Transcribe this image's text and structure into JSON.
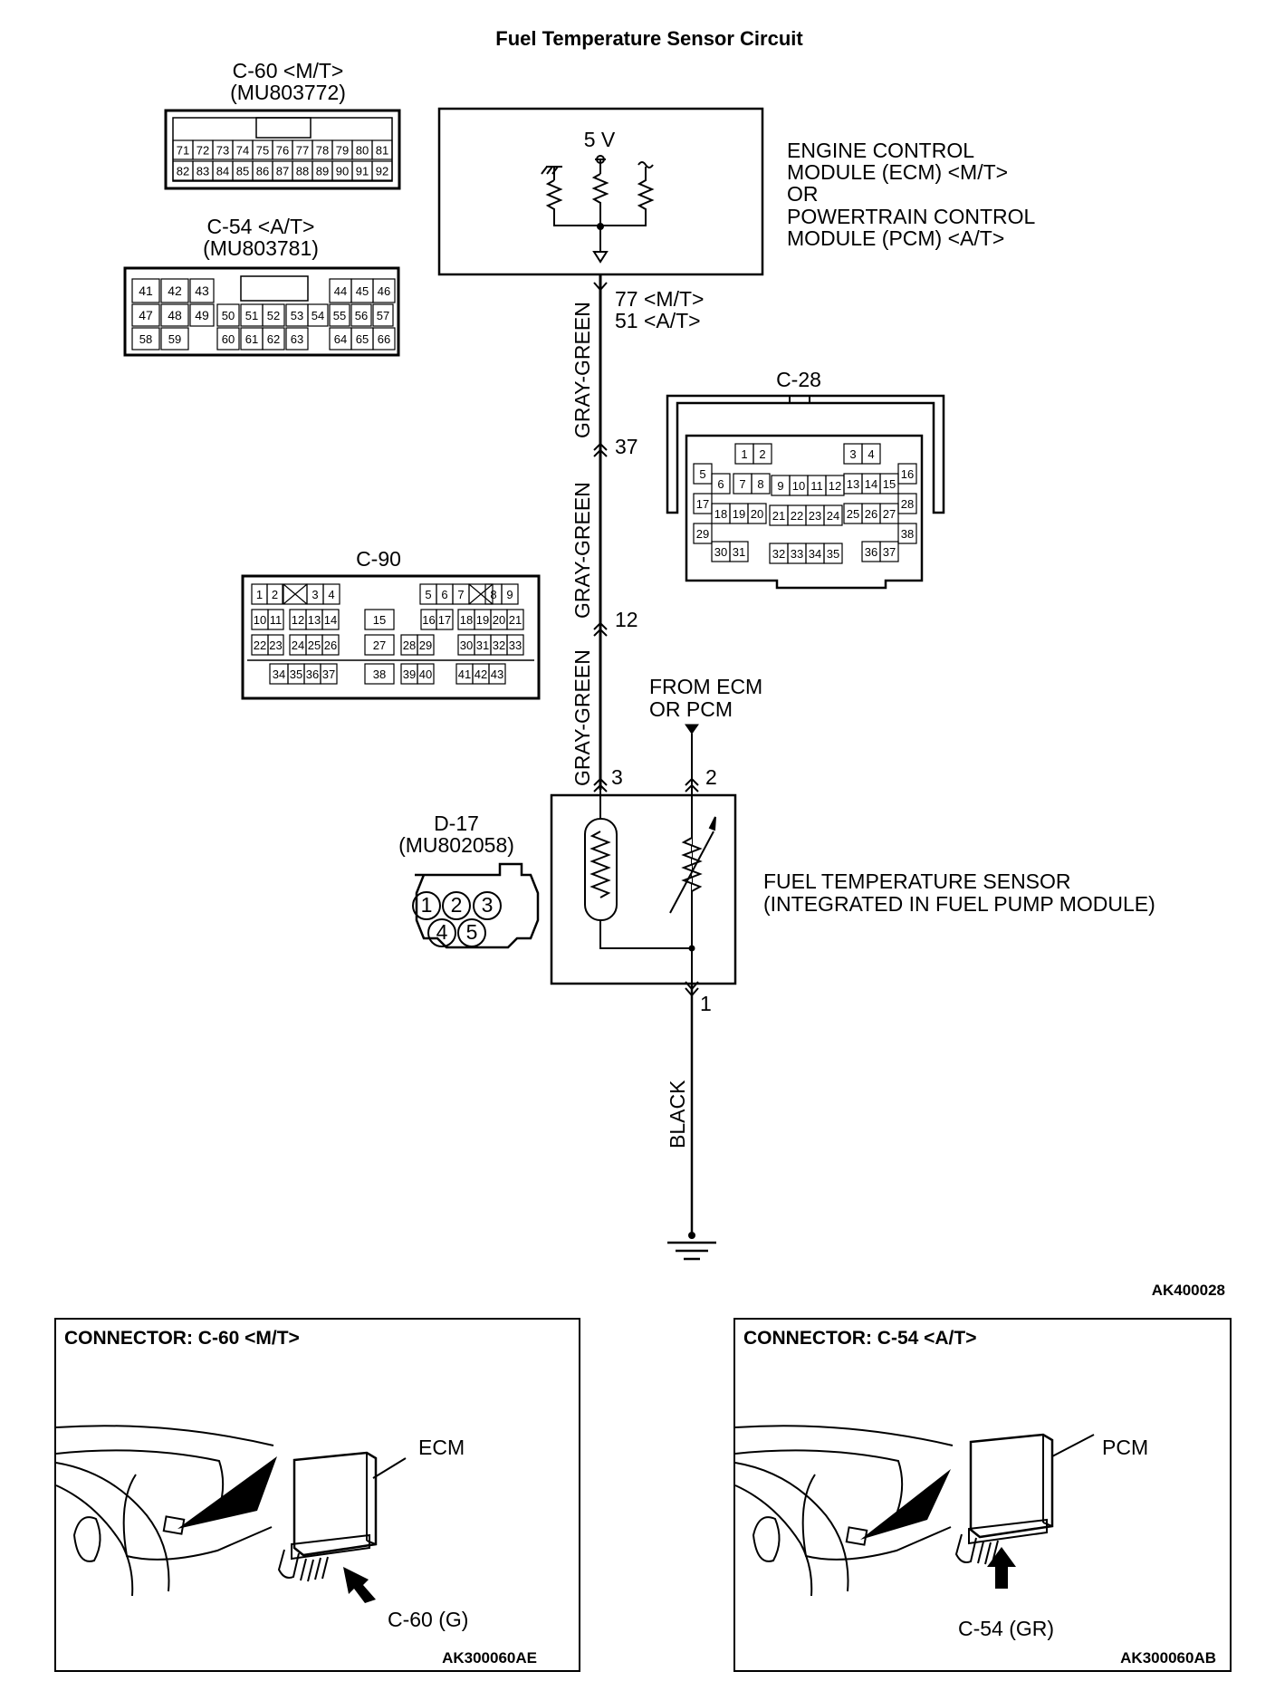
{
  "title": "Fuel Temperature Sensor Circuit",
  "figure_code": "AK400028",
  "connectors": {
    "c60": {
      "label": "C-60 <M/T>",
      "part": "(MU803772)",
      "row1": [
        "71",
        "72",
        "73",
        "74",
        "75",
        "76",
        "77",
        "78",
        "79",
        "80",
        "81"
      ],
      "row2": [
        "82",
        "83",
        "84",
        "85",
        "86",
        "87",
        "88",
        "89",
        "90",
        "91",
        "92"
      ]
    },
    "c54": {
      "label": "C-54 <A/T>",
      "part": "(MU803781)",
      "row1": [
        "41",
        "42",
        "43",
        "44",
        "45",
        "46"
      ],
      "row2": [
        "47",
        "48",
        "49",
        "50",
        "51",
        "52",
        "53",
        "54",
        "55",
        "56",
        "57"
      ],
      "row3": [
        "58",
        "59",
        "60",
        "61",
        "62",
        "63",
        "64",
        "65",
        "66"
      ]
    },
    "c28": {
      "label": "C-28",
      "pins": [
        "1",
        "2",
        "3",
        "4",
        "5",
        "6",
        "7",
        "8",
        "9",
        "10",
        "11",
        "12",
        "13",
        "14",
        "15",
        "16",
        "17",
        "18",
        "19",
        "20",
        "21",
        "22",
        "23",
        "24",
        "25",
        "26",
        "27",
        "28",
        "29",
        "30",
        "31",
        "32",
        "33",
        "34",
        "35",
        "36",
        "37",
        "38"
      ]
    },
    "c90": {
      "label": "C-90",
      "pins": [
        "1",
        "2",
        "3",
        "4",
        "5",
        "6",
        "7",
        "8",
        "9",
        "10",
        "11",
        "12",
        "13",
        "14",
        "15",
        "16",
        "17",
        "18",
        "19",
        "20",
        "21",
        "22",
        "23",
        "24",
        "25",
        "26",
        "27",
        "28",
        "29",
        "30",
        "31",
        "32",
        "33",
        "34",
        "35",
        "36",
        "37",
        "38",
        "39",
        "40",
        "41",
        "42",
        "43"
      ]
    },
    "d17": {
      "label": "D-17",
      "part": "(MU802058)",
      "pins": [
        "1",
        "2",
        "3",
        "4",
        "5"
      ]
    }
  },
  "ecm": {
    "voltage": "5 V",
    "lines": [
      "ENGINE CONTROL",
      "MODULE (ECM) <M/T>",
      "OR",
      "POWERTRAIN CONTROL",
      "MODULE (PCM) <A/T>"
    ],
    "pin_mt": "77 <M/T>",
    "pin_at": "51 <A/T>"
  },
  "wires": {
    "gray_green": "GRAY-GREEN",
    "black": "BLACK"
  },
  "junctions": {
    "j37": "37",
    "j12": "12",
    "j3": "3",
    "j2": "2",
    "j1": "1"
  },
  "from_ecm": [
    "FROM ECM",
    "OR PCM"
  ],
  "sensor": [
    "FUEL TEMPERATURE SENSOR",
    "(INTEGRATED IN FUEL PUMP MODULE)"
  ],
  "panels": {
    "left": {
      "heading": "CONNECTOR: C-60 <M/T>",
      "unit": "ECM",
      "callout": "C-60 (G)",
      "code": "AK300060AE"
    },
    "right": {
      "heading": "CONNECTOR: C-54 <A/T>",
      "unit": "PCM",
      "callout": "C-54 (GR)",
      "code": "AK300060AB"
    }
  }
}
